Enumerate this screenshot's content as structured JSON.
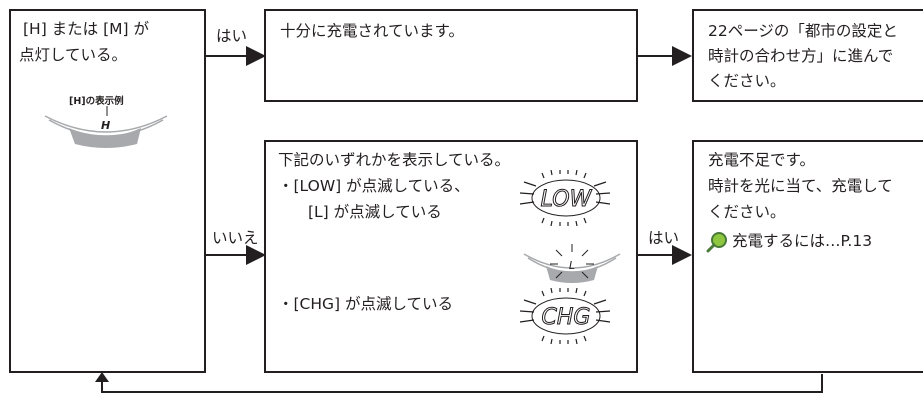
{
  "left_box": {
    "line1": "[H] または [M] が",
    "line2": "点灯している。",
    "example_caption": "[H]の表示例",
    "example_letter": "H"
  },
  "yes_top": "はい",
  "box_top": {
    "text": "十分に充電されています。"
  },
  "box_top_right": {
    "line1": "22ページの「都市の設定と",
    "line2": "時計の合わせ方」に進んで",
    "line3": "ください。"
  },
  "no_label": "いいえ",
  "box_mid": {
    "title": "下記のいずれかを表示している。",
    "item1_line1": "・[LOW] が点滅している、",
    "item1_line2": "[L] が点滅している",
    "item2": "・[CHG] が点滅している",
    "lcd1": "LOW",
    "lcd2": "L",
    "lcd3": "CHG"
  },
  "yes_mid": "はい",
  "box_mid_right": {
    "line1": "充電不足です。",
    "line2": "時計を光に当て、充電して",
    "line3": "ください。",
    "ref": "充電するには…P.13"
  },
  "colors": {
    "line": "#231f20",
    "gray": "#a7a9ac",
    "lightgray": "#d1d3d4",
    "icon_green": "#4a7a3a"
  }
}
